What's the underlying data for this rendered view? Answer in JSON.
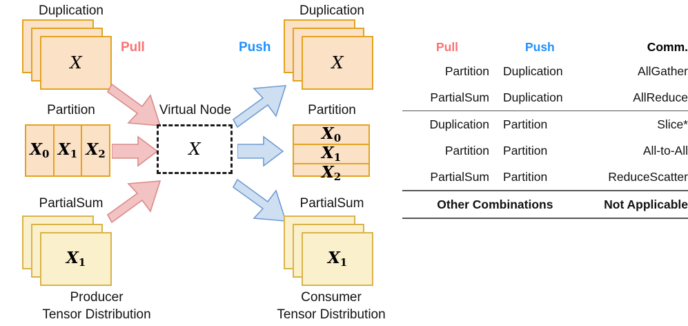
{
  "diagram": {
    "producer": {
      "caption_line1": "Producer",
      "caption_line2": "Tensor Distribution",
      "groups": [
        {
          "title": "Duplication",
          "tensor": "X",
          "sub": "",
          "style": "stack-peach"
        },
        {
          "title": "Partition",
          "cells": [
            "X",
            "X",
            "X"
          ],
          "subs": [
            "0",
            "1",
            "2"
          ],
          "style": "partition-vertical"
        },
        {
          "title": "PartialSum",
          "tensor": "X",
          "sub": "1",
          "style": "stack-pale"
        }
      ]
    },
    "virtual_node": {
      "title": "Virtual Node",
      "tensor": "X"
    },
    "consumer": {
      "caption_line1": "Consumer",
      "caption_line2": "Tensor Distribution",
      "groups": [
        {
          "title": "Duplication",
          "tensor": "X",
          "sub": "",
          "style": "stack-peach"
        },
        {
          "title": "Partition",
          "cells": [
            "X",
            "X",
            "X"
          ],
          "subs": [
            "0",
            "1",
            "2"
          ],
          "style": "partition-horizontal"
        },
        {
          "title": "PartialSum",
          "tensor": "X",
          "sub": "1",
          "style": "stack-pale"
        }
      ]
    },
    "pull_label": "Pull",
    "push_label": "Push",
    "pull_color": "#FA7272",
    "push_color": "#1E90FF"
  },
  "table": {
    "headers": [
      "Pull",
      "Push",
      "Comm."
    ],
    "header_colors": [
      "#FA7272",
      "#1E90FF",
      "#000000"
    ],
    "rows": [
      {
        "pull": "Partition",
        "push": "Duplication",
        "comm": "AllGather"
      },
      {
        "pull": "PartialSum",
        "push": "Duplication",
        "comm": "AllReduce"
      },
      {
        "pull": "Duplication",
        "push": "Partition",
        "comm": "Slice*"
      },
      {
        "pull": "Partition",
        "push": "Partition",
        "comm": "All-to-All"
      },
      {
        "pull": "PartialSum",
        "push": "Partition",
        "comm": "ReduceScatter"
      }
    ],
    "footer": {
      "left": "Other Combinations",
      "right": "Not Applicable",
      "color": "#67AE99"
    }
  }
}
